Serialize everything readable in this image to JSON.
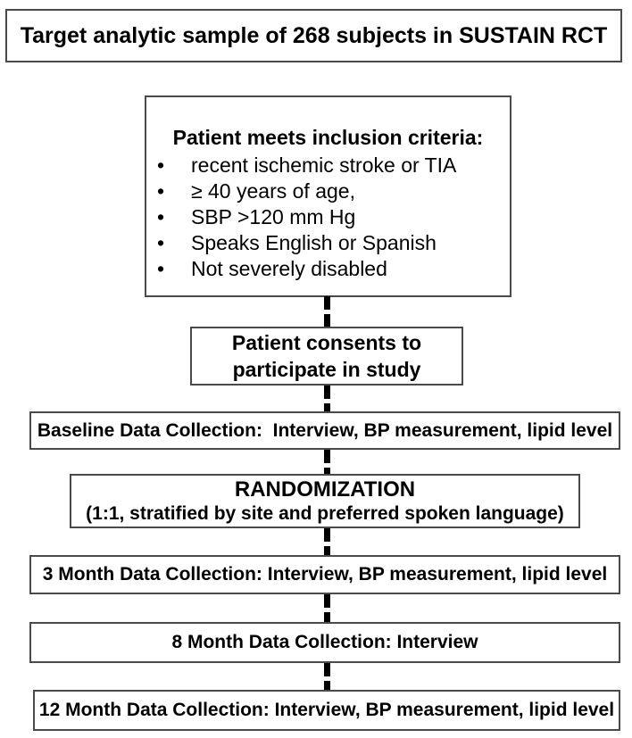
{
  "colors": {
    "background": "#ffffff",
    "box_border": "#4a4a4a",
    "text": "#000000",
    "connector": "#000000"
  },
  "icons": {
    "bullet": "•"
  },
  "flowchart": {
    "title_box": {
      "text": "Target analytic sample of 268 subjects in SUSTAIN RCT"
    },
    "inclusion_box": {
      "heading": "Patient meets inclusion criteria:",
      "bullets": [
        "recent ischemic stroke or TIA",
        "≥ 40 years of age,",
        "SBP >120 mm Hg",
        "Speaks English or Spanish",
        "Not severely disabled"
      ]
    },
    "consent_box": {
      "line1": "Patient consents to",
      "line2": "participate in study"
    },
    "baseline_box": {
      "text": "Baseline Data Collection:  Interview, BP measurement, lipid level"
    },
    "randomization_box": {
      "line1": "RANDOMIZATION",
      "line2": "(1:1, stratified by site and preferred spoken language)"
    },
    "month3_box": {
      "text": "3 Month Data Collection: Interview, BP measurement, lipid level"
    },
    "month8_box": {
      "text": "8 Month Data Collection: Interview"
    },
    "month12_box": {
      "text": "12 Month Data Collection: Interview, BP measurement, lipid level"
    }
  }
}
